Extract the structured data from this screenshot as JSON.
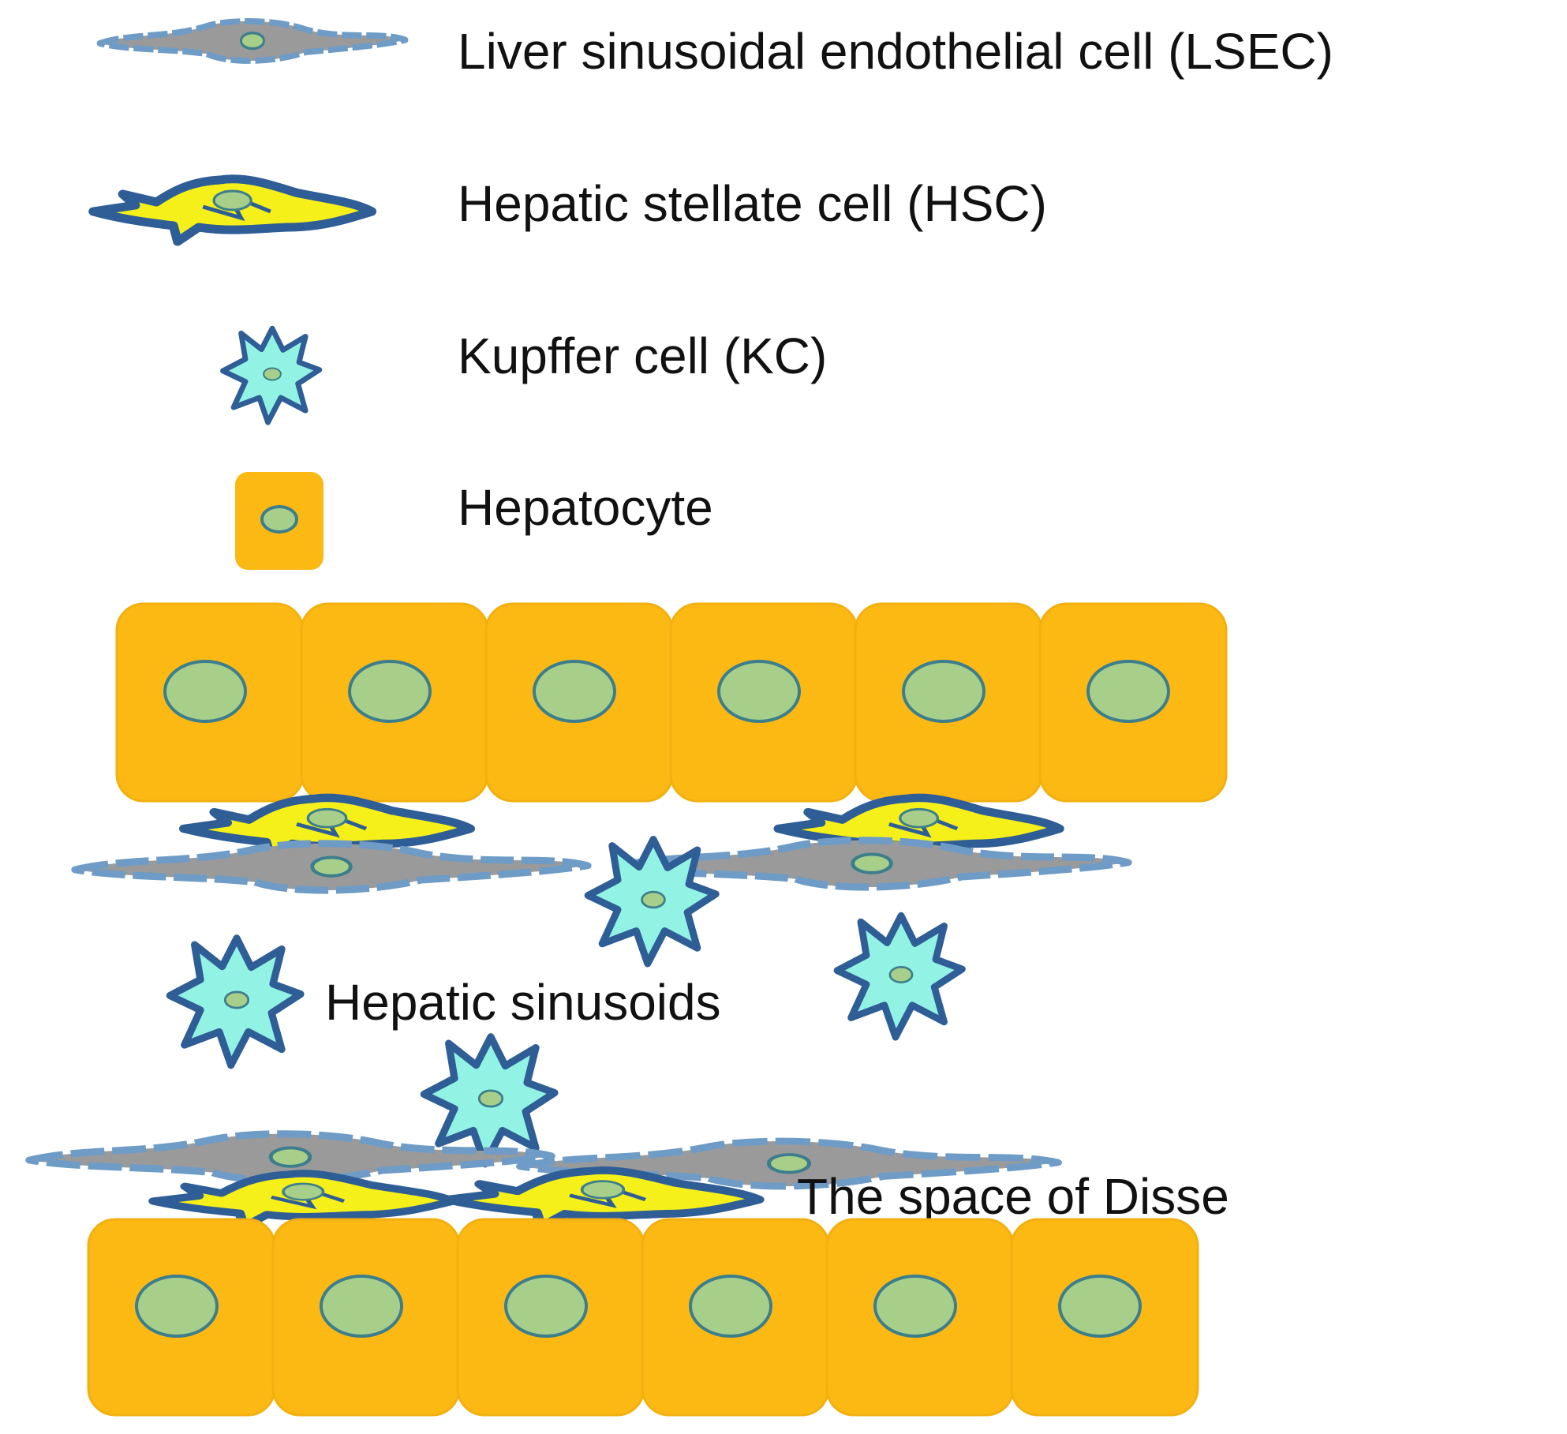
{
  "legend": {
    "lsec": "Liver sinusoidal endothelial cell (LSEC)",
    "hsc": "Hepatic stellate cell (HSC)",
    "kc": "Kupffer cell (KC)",
    "hepatocyte": "Hepatocyte"
  },
  "labels": {
    "sinusoids": "Hepatic sinusoids",
    "disse": "The space of Disse"
  },
  "colors": {
    "hepatocyte_fill": "#FDB913",
    "nucleus_fill": "#A8CF8A",
    "nucleus_stroke": "#3C7E8C",
    "cell_outline": "#2F5E97",
    "lsec_fill": "#9A9A9A",
    "lsec_outline": "#6E9CC6",
    "hsc_fill": "#F5F019",
    "kc_fill": "#92F2E4"
  },
  "hepatocyte_rows": [
    {
      "row": "top",
      "count": 6
    },
    {
      "row": "bottom",
      "count": 6
    }
  ]
}
